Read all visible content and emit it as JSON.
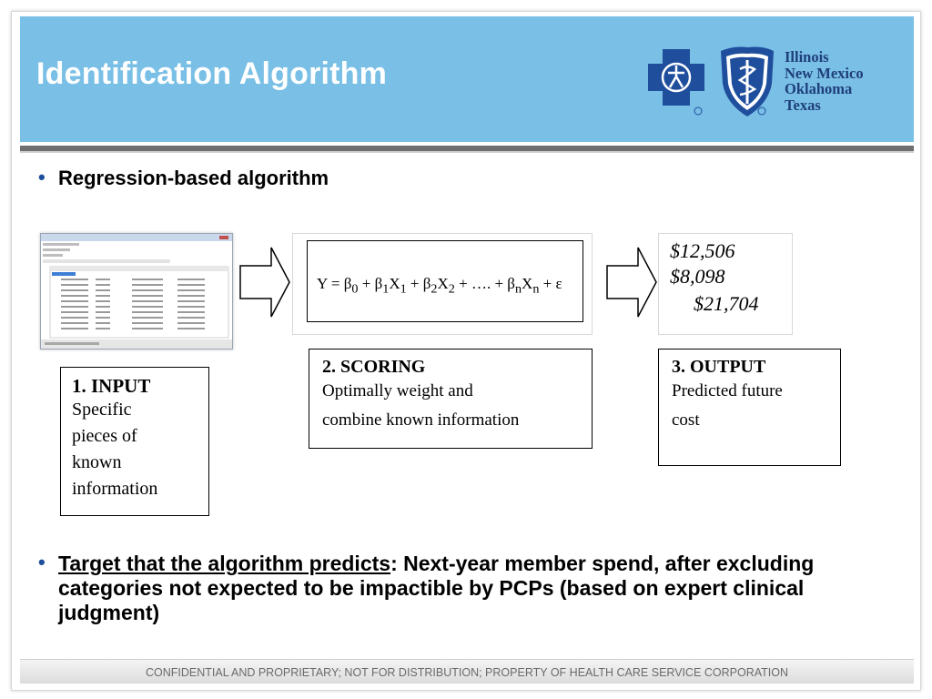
{
  "slide": {
    "title": "Identification Algorithm",
    "bullets": [
      {
        "text": "Regression-based algorithm"
      },
      {
        "underlined": "Target that the algorithm predicts",
        "rest": ": Next-year member spend, after excluding categories not expected to be impactible by PCPs (based on expert clinical judgment)"
      }
    ],
    "footer": "CONFIDENTIAL AND PROPRIETARY; NOT FOR DISTRIBUTION; PROPERTY OF HEALTH CARE SERVICE CORPORATION"
  },
  "logo": {
    "states": [
      "Illinois",
      "New Mexico",
      "Oklahoma",
      "Texas"
    ],
    "brand_color": "#1f4e9c"
  },
  "diagram": {
    "input": {
      "heading": "1. INPUT",
      "lines": [
        "Specific",
        "pieces of",
        "known",
        "information"
      ]
    },
    "formula": {
      "lhs": "Y",
      "eq": "=",
      "beta": "β",
      "x": "X",
      "plus": "+",
      "ellipsis": "….",
      "sub0": "0",
      "sub1": "1",
      "sub2": "2",
      "subn": "n",
      "epsilon": "ε"
    },
    "scoring": {
      "heading": "2. SCORING",
      "lines": [
        "Optimally weight and",
        "combine known information"
      ]
    },
    "output_values": [
      "$12,506",
      "$8,098",
      "$21,704"
    ],
    "output": {
      "heading": "3. OUTPUT",
      "lines": [
        "Predicted future",
        "cost"
      ]
    }
  },
  "colors": {
    "header_bg": "#79bfe6",
    "title_text": "#ffffff",
    "bullet_marker": "#1e4f9c",
    "footer_text": "#6a6a6a"
  }
}
